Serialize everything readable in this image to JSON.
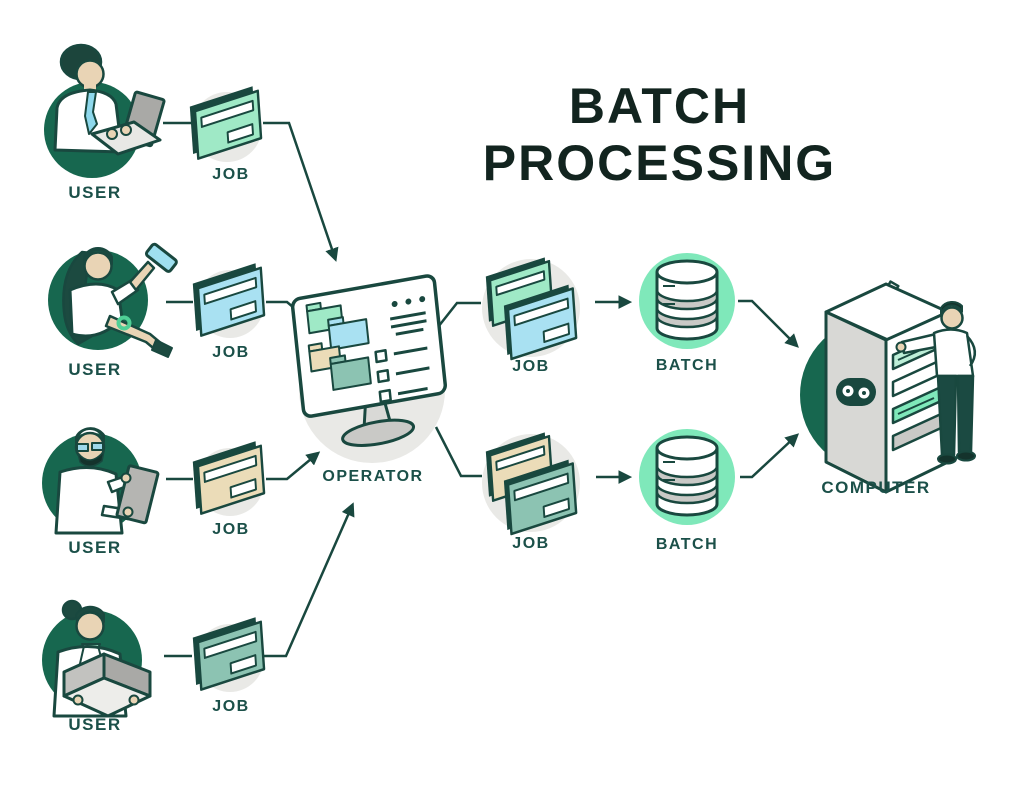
{
  "title": {
    "line1": "BATCH",
    "line2": "PROCESSING"
  },
  "nodes": {
    "users": [
      {
        "label": "USER"
      },
      {
        "label": "USER"
      },
      {
        "label": "USER"
      },
      {
        "label": "USER"
      }
    ],
    "submitted_jobs": [
      {
        "label": "JOB",
        "card_color": "#9FE9C6"
      },
      {
        "label": "JOB",
        "card_color": "#A9E1F2"
      },
      {
        "label": "JOB",
        "card_color": "#EBDCB8"
      },
      {
        "label": "JOB",
        "card_color": "#8CC3B2"
      }
    ],
    "operator": {
      "label": "OPERATOR"
    },
    "grouped_jobs": [
      {
        "label": "JOB",
        "back_card_color": "#9FE9C6",
        "front_card_color": "#A9E1F2"
      },
      {
        "label": "JOB",
        "back_card_color": "#EBDCB8",
        "front_card_color": "#8CC3B2"
      }
    ],
    "batches": [
      {
        "label": "BATCH"
      },
      {
        "label": "BATCH"
      }
    ],
    "computer": {
      "label": "COMPUTER"
    }
  },
  "colors": {
    "outline": "#19483F",
    "label_text": "#1B5049",
    "title_text": "#12241F",
    "user_circle_green": "#17674F",
    "batch_circle_mint": "#7FE8BA",
    "neutral_circle_gray": "#E9E9E6",
    "arrow": "#19483F"
  }
}
